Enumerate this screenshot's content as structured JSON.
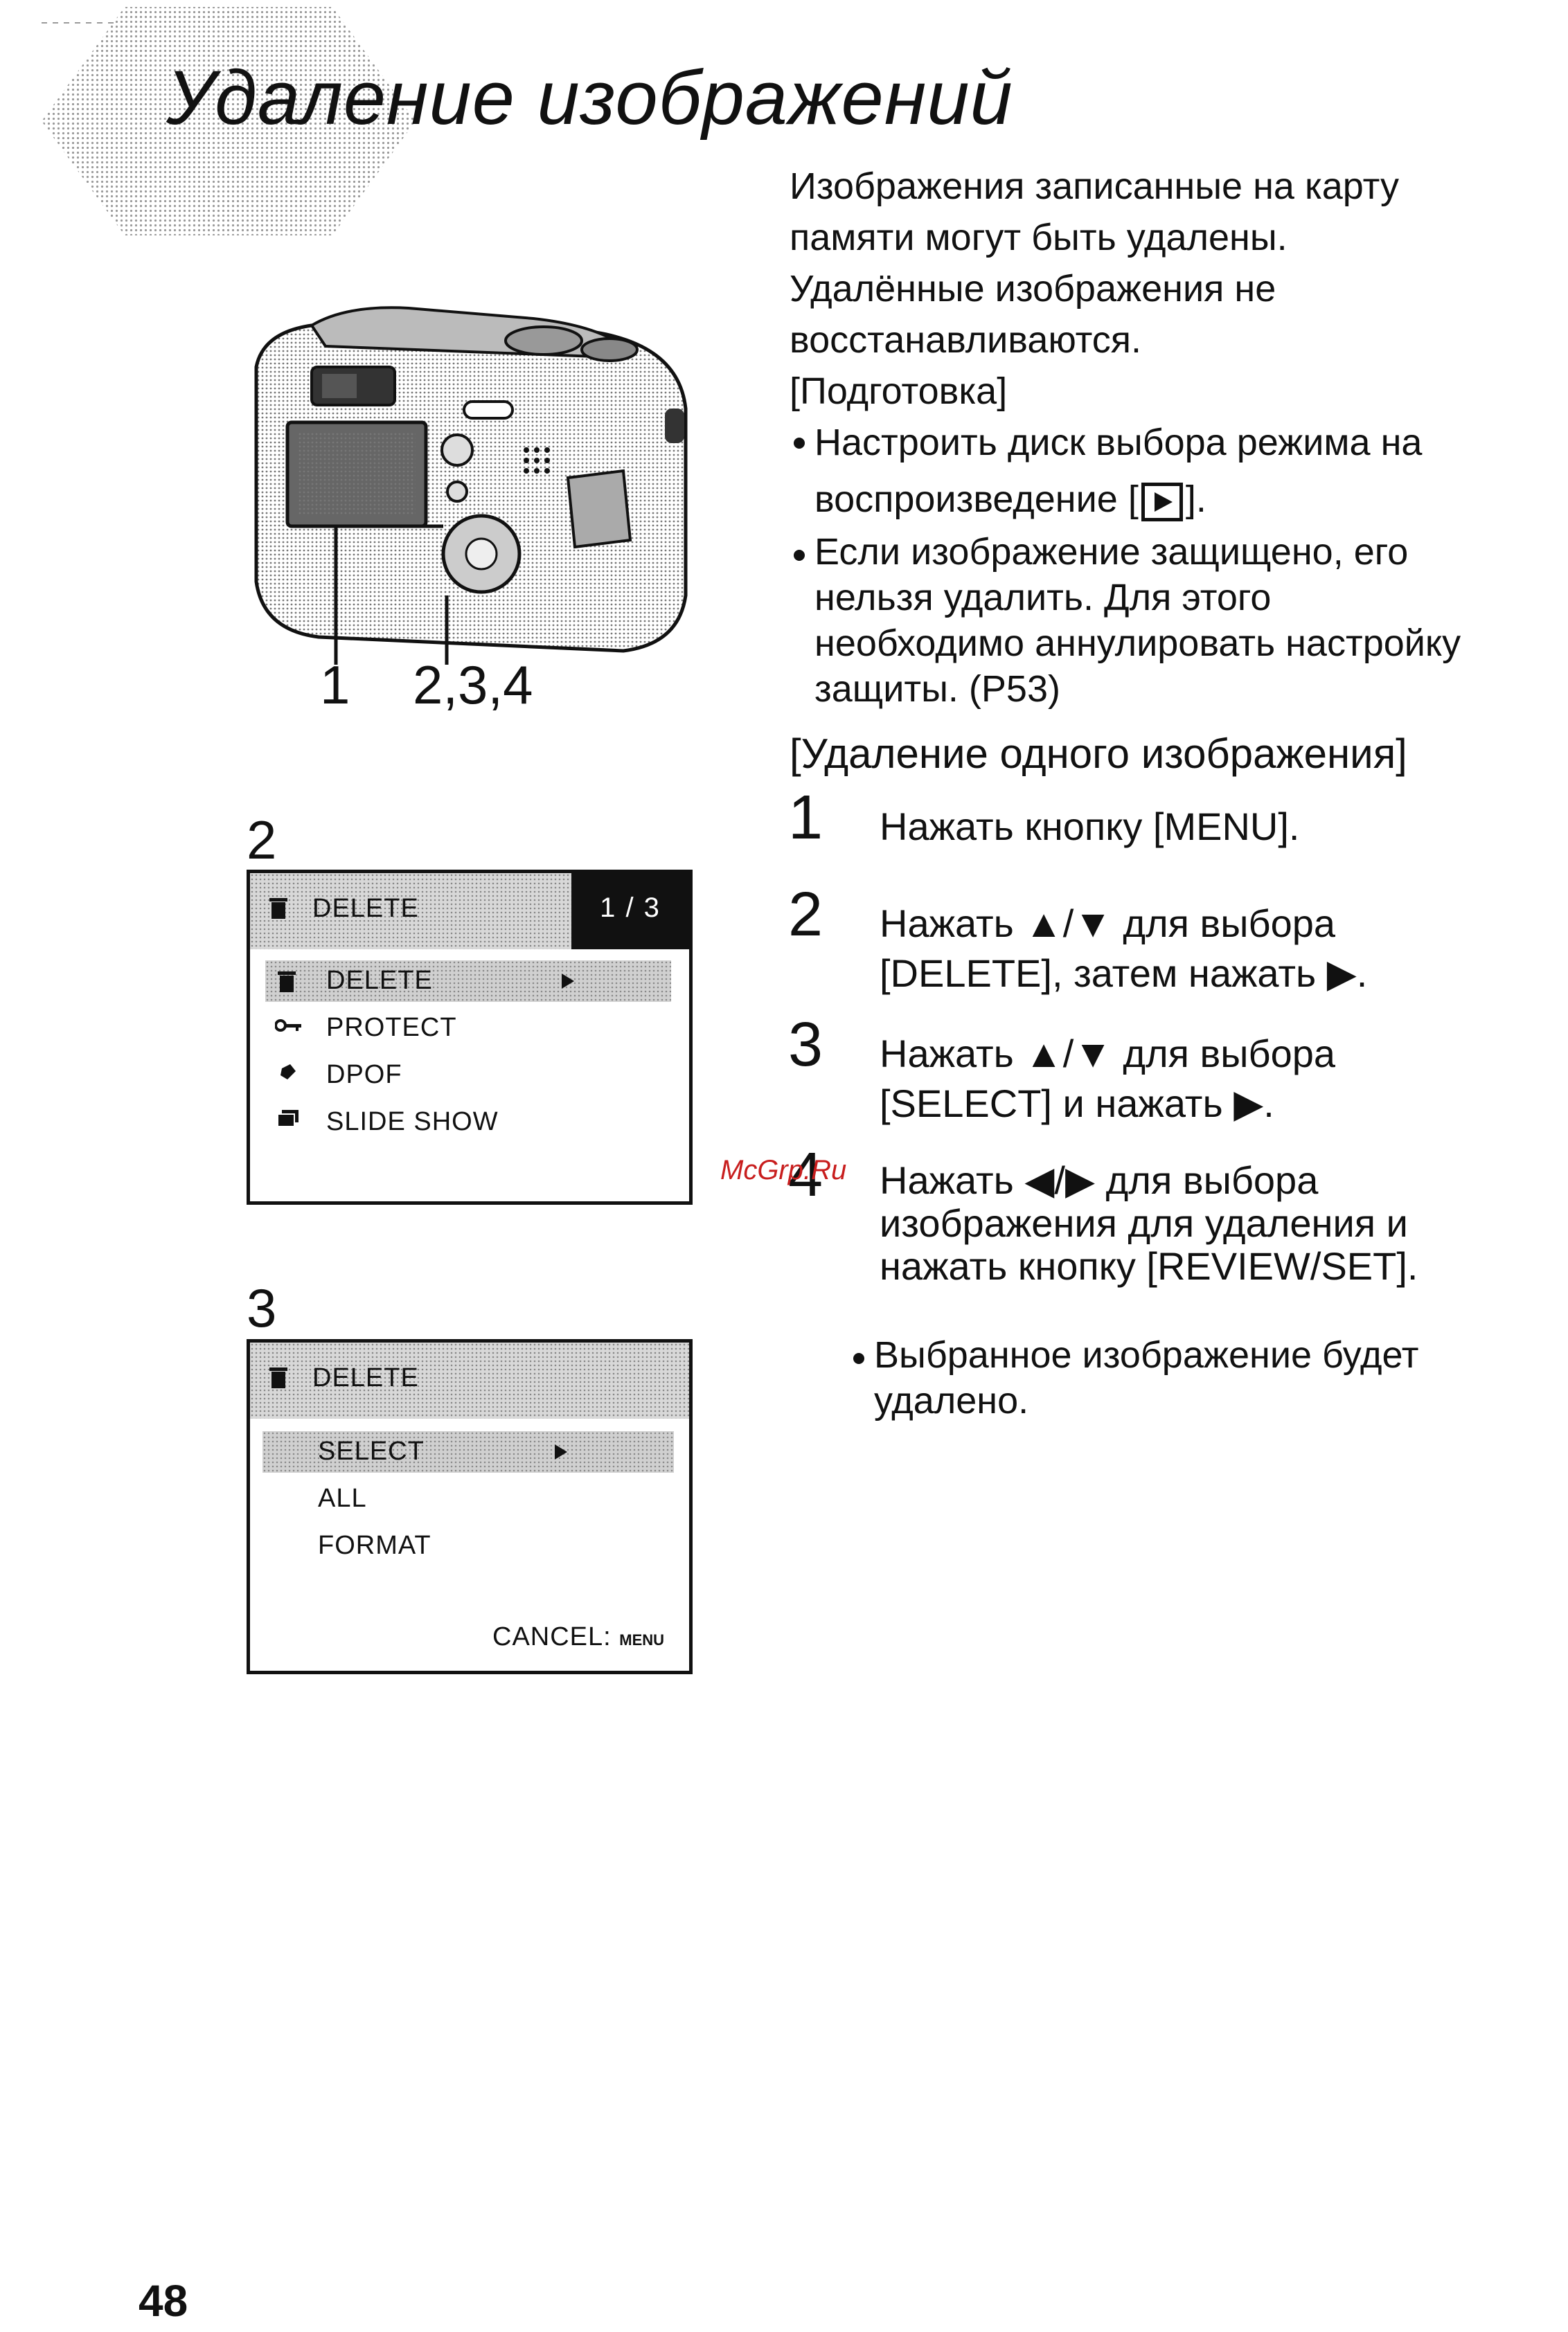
{
  "header": {
    "title": "Удаление изображений"
  },
  "intro": {
    "line1": "Изображения записанные на карту",
    "line2": "памяти могут быть удалены.",
    "line3": "Удалённые изображения не",
    "line4": "восстанавливаются.",
    "prep_label": "[Подготовка]",
    "bullet1_a": "Настроить диск выбора режима на",
    "bullet1_b_pre": "воспроизведение [",
    "bullet1_b_post": "].",
    "bullet2_a": "Если изображение защищено, его",
    "bullet2_b": "нельзя удалить. Для этого",
    "bullet2_c": "необходимо аннулировать настройку",
    "bullet2_d": "защиты. (P53)"
  },
  "section": {
    "heading": "[Удаление одного изображения]"
  },
  "steps": [
    {
      "num": "1",
      "line1": "Нажать кнопку [MENU].",
      "line2": ""
    },
    {
      "num": "2",
      "line1": "Нажать ▲/▼ для  выбора",
      "line2": "[DELETE], затем нажать ▶."
    },
    {
      "num": "3",
      "line1": "Нажать ▲/▼ для выбора",
      "line2": "[SELECT] и нажать ▶."
    },
    {
      "num": "4",
      "line1": "Нажать ◀/▶ для выбора",
      "line2": "изображения для удаления и",
      "line3": "нажать кнопку [REVIEW/SET]."
    }
  ],
  "note": {
    "line1": "Выбранное изображение будет",
    "line2": "удалено."
  },
  "watermark": "McGrp.Ru",
  "camera_callouts": {
    "left": "1",
    "right": "2,3,4"
  },
  "screen2": {
    "label": "2",
    "header": "DELETE",
    "page": "1 / 3",
    "items": [
      {
        "icon": "trash-icon",
        "label": "DELETE"
      },
      {
        "icon": "key-icon",
        "label": "PROTECT"
      },
      {
        "icon": "print-icon",
        "label": "DPOF"
      },
      {
        "icon": "slides-icon",
        "label": "SLIDE  SHOW"
      }
    ]
  },
  "screen3": {
    "label": "3",
    "header": "DELETE",
    "items": [
      "SELECT",
      "ALL",
      "FORMAT"
    ],
    "cancel": "CANCEL:",
    "cancel_key": "MENU"
  },
  "page_number": "48"
}
